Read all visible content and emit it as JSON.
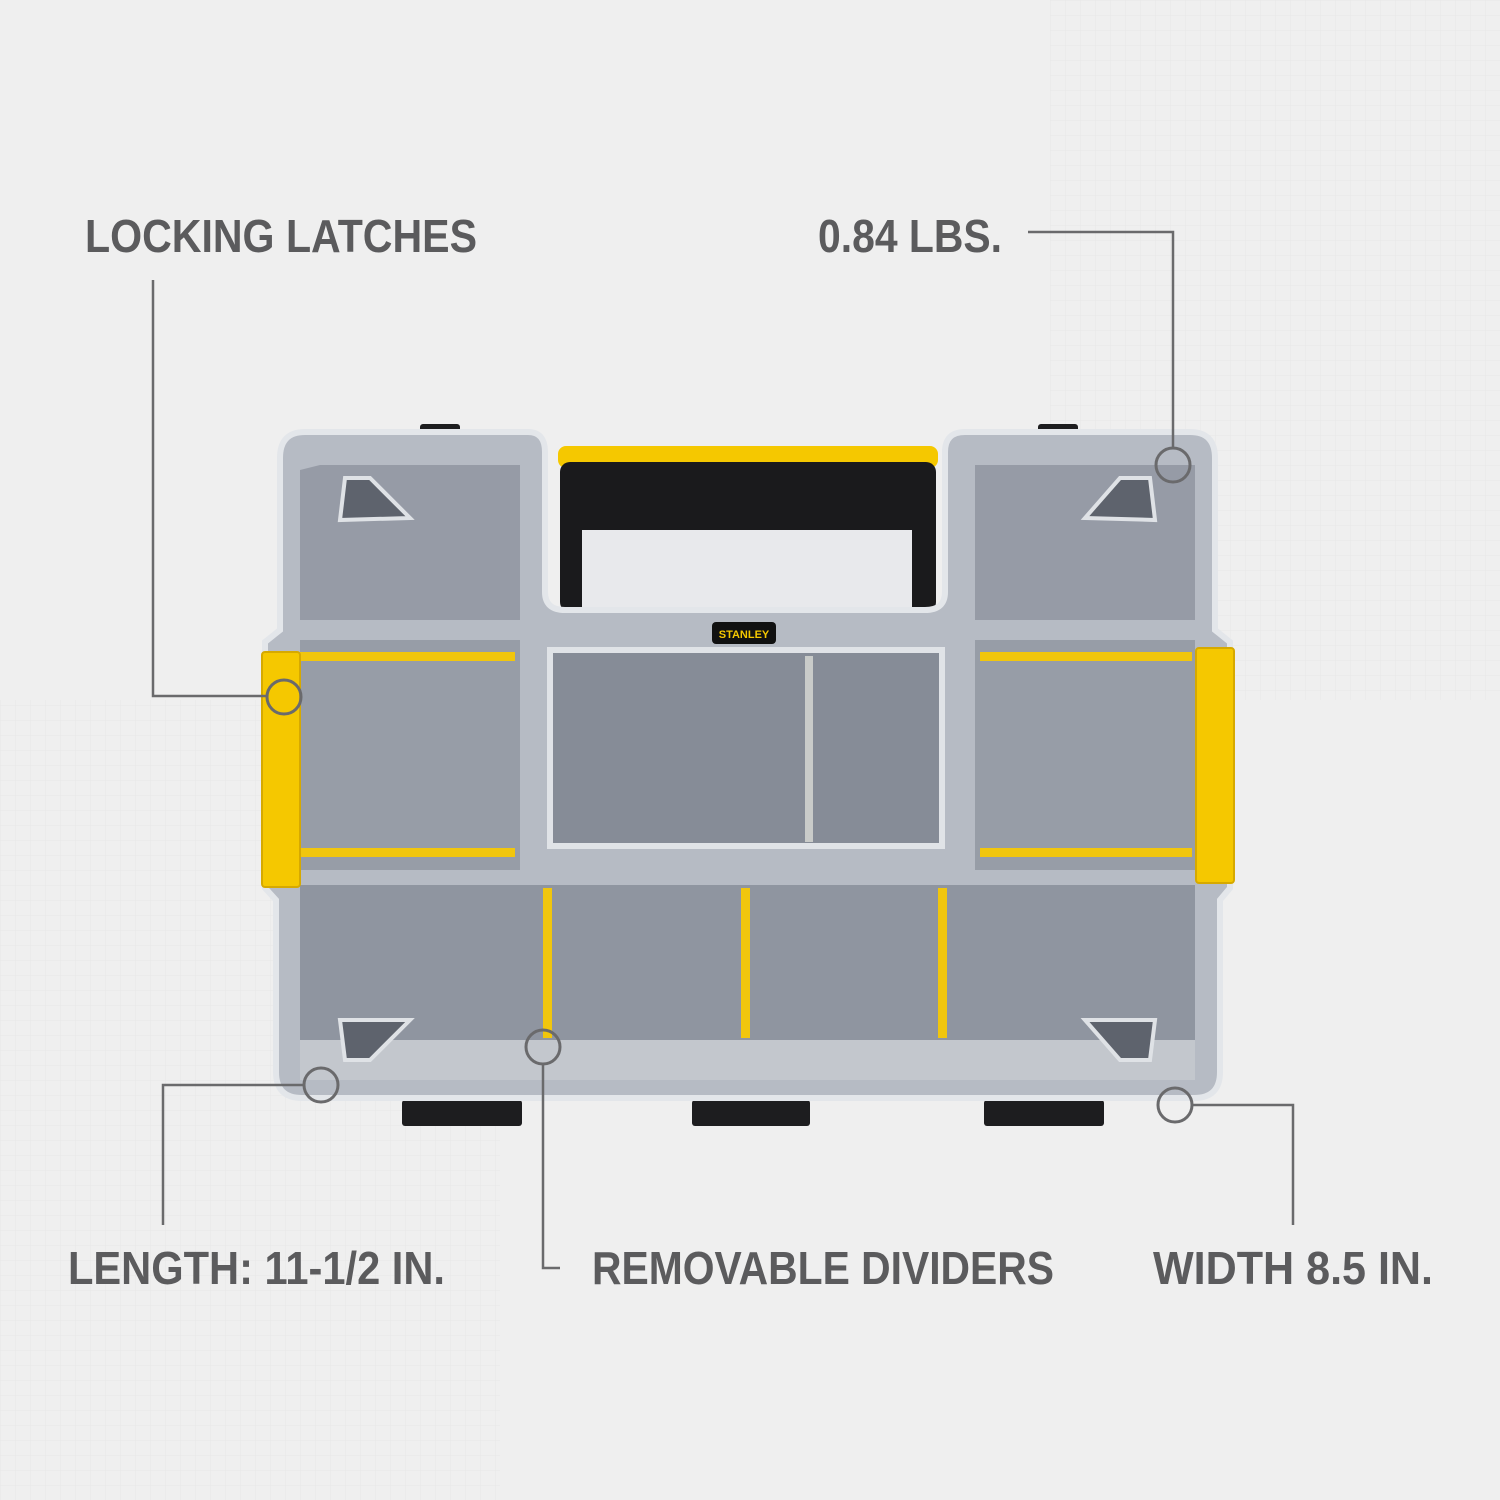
{
  "callouts": {
    "locking_latches": "LOCKING LATCHES",
    "weight": "0.84 LBS.",
    "length": "LENGTH: 11-1/2 IN.",
    "dividers": "REMOVABLE DIVIDERS",
    "width": "WIDTH 8.5 IN."
  },
  "product": {
    "logo": "STANLEY"
  },
  "colors": {
    "background": "#efefef",
    "text": "#5b5b5d",
    "accent_yellow": "#f5c800",
    "body_clear": "#b3b8c1"
  }
}
